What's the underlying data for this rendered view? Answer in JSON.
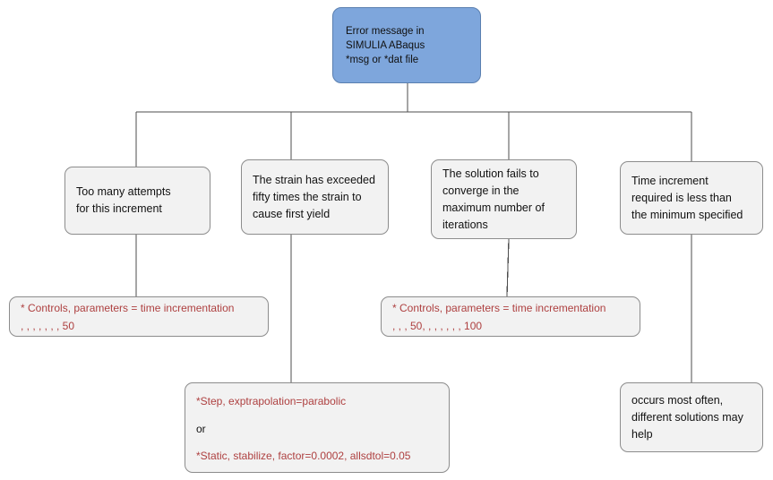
{
  "diagram": {
    "title": "Abaqus error message troubleshooting flowchart",
    "colors": {
      "root_fill": "#7EA6DC",
      "root_border": "#5A7FB0",
      "box_fill": "#F2F2F2",
      "box_border": "#8C8C8C",
      "code_text": "#AE4040",
      "body_text": "#111111",
      "connector": "#4D4D4D",
      "background": "#FFFFFF"
    }
  },
  "root": {
    "lines": [
      "Error message in",
      "SIMULIA ABaqus",
      "*msg or *dat file"
    ]
  },
  "branches": [
    {
      "id": "too-many-attempts",
      "lines": [
        "Too many attempts",
        "for this increment"
      ]
    },
    {
      "id": "strain-exceeded",
      "lines": [
        "The strain has exceeded",
        "fifty times the strain to",
        "cause first yield"
      ]
    },
    {
      "id": "solution-fails-converge",
      "lines": [
        "The solution fails to",
        "converge in the",
        "maximum number of",
        "iterations"
      ]
    },
    {
      "id": "time-increment-minimum",
      "lines": [
        "Time increment",
        "required is less than",
        "the minimum specified"
      ]
    }
  ],
  "solutions": {
    "controls_left": {
      "lines": [
        "* Controls, parameters = time incrementation",
        ", , , , , , , 50"
      ]
    },
    "controls_right": {
      "lines": [
        "* Controls, parameters = time incrementation",
        ", , , 50, , , , , , , 100"
      ]
    },
    "step_stabilize": {
      "line1": "*Step, exptrapolation=parabolic",
      "line2": "or",
      "line3": "*Static, stabilize, factor=0.0002, allsdtol=0.05"
    },
    "note_right": {
      "lines": [
        "occurs most often,",
        "different solutions may",
        "help"
      ]
    }
  }
}
